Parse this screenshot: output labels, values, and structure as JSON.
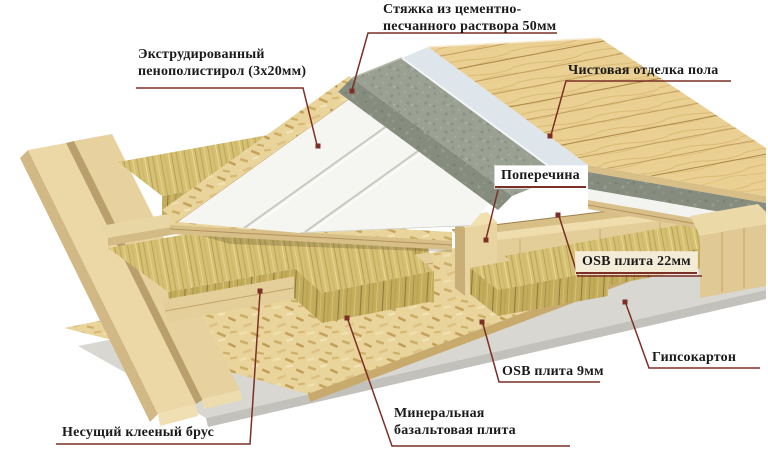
{
  "diagram": {
    "labels": {
      "screed": {
        "line1": "Стяжка из цементно-",
        "line2": "песчанного раствора 50мм"
      },
      "xps": {
        "line1": "Экструдированный",
        "line2": "пенополистирол (3х20мм)"
      },
      "finish": {
        "text": "Чистовая отделка пола"
      },
      "crossbar": {
        "text": "Поперечина"
      },
      "osb22": {
        "text": "OSB плита 22мм"
      },
      "gypsum": {
        "text": "Гипсокартон"
      },
      "osb9": {
        "text": "OSB плита 9мм"
      },
      "mineral": {
        "line1": "Минеральная",
        "line2": "базальтовая плита"
      },
      "beam": {
        "text": "Несущий клееный брус"
      }
    },
    "colors": {
      "leader": "#7b2f26",
      "foam": "#f5f5f2",
      "underlay": "#dee5eb",
      "gypsum": "#d9d7d1",
      "wood_beam": "#e9d5a3",
      "wool": "#d4bf70",
      "screed": "#9aa190",
      "plank": "#eacf90",
      "background": "#ffffff",
      "label_text": "#1a1a1a"
    }
  }
}
